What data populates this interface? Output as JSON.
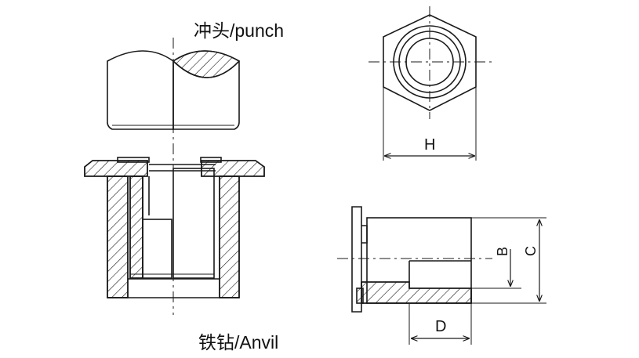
{
  "labels": {
    "punch": "冲头/punch",
    "anvil": "铁钻/Anvil"
  },
  "dimensions": {
    "H": "H",
    "B": "B",
    "C": "C",
    "D": "D"
  },
  "colors": {
    "line": "#1a1a1a",
    "background": "#ffffff"
  }
}
